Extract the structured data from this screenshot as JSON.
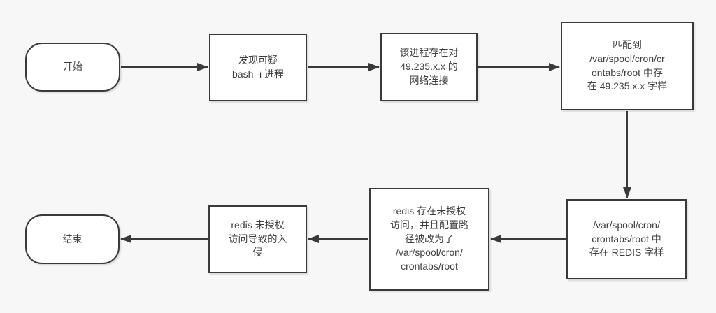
{
  "diagram": {
    "type": "flowchart",
    "colors": {
      "background": "#f7f7f7",
      "node_fill": "#ffffff",
      "stroke": "#3a3a3a",
      "text": "#3f3f3f"
    },
    "nodes": {
      "start": {
        "shape": "stadium",
        "label": "开始"
      },
      "bash": {
        "shape": "rect",
        "label": "发现可疑\nbash -i 进程"
      },
      "netconn": {
        "shape": "rect",
        "label": "该进程存在对\n49.235.x.x 的\n网络连接"
      },
      "cronmatch": {
        "shape": "rect",
        "label": "匹配到\n/var/spool/cron/cr\nontabs/root 中存\n在 49.235.x.x 字样"
      },
      "redisstring": {
        "shape": "rect",
        "label": "/var/spool/cron/\ncrontabs/root 中\n存在 REDIS 字样"
      },
      "redisconfig": {
        "shape": "rect",
        "label": "redis 存在未授权\n访问，并且配置路\n径被改为了\n/var/spool/cron/\ncrontabs/root"
      },
      "intrusion": {
        "shape": "rect",
        "label": "redis 未授权\n访问导致的入\n侵"
      },
      "end": {
        "shape": "stadium",
        "label": "结束"
      }
    },
    "edges": [
      {
        "from": "start",
        "to": "bash"
      },
      {
        "from": "bash",
        "to": "netconn"
      },
      {
        "from": "netconn",
        "to": "cronmatch"
      },
      {
        "from": "cronmatch",
        "to": "redisstring"
      },
      {
        "from": "redisstring",
        "to": "redisconfig"
      },
      {
        "from": "redisconfig",
        "to": "intrusion"
      },
      {
        "from": "intrusion",
        "to": "end"
      }
    ]
  }
}
